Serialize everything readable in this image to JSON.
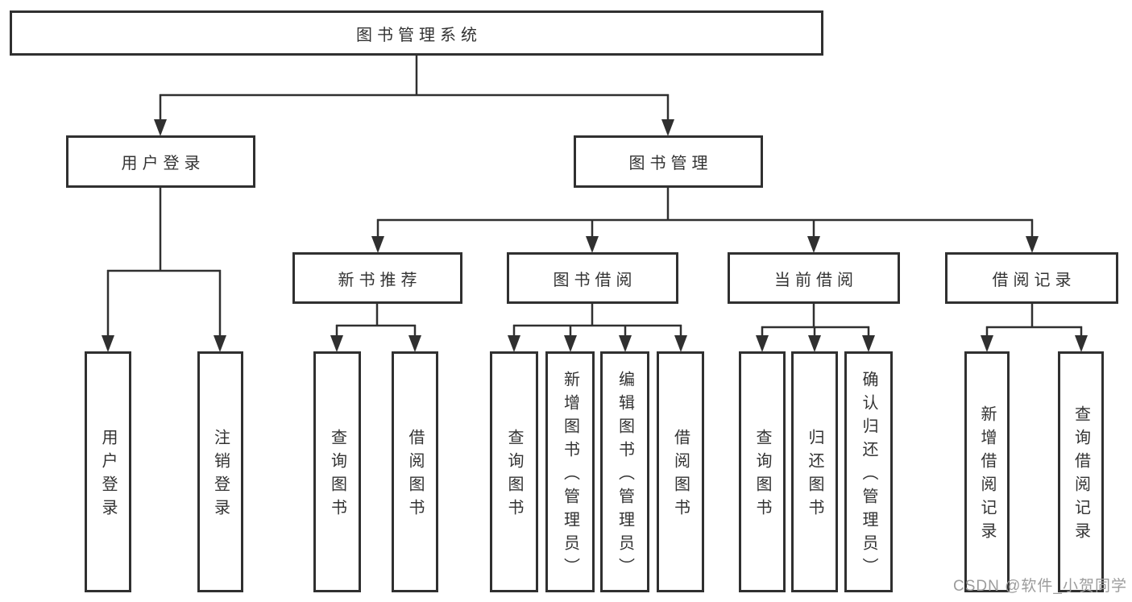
{
  "diagram": {
    "root": {
      "label": "图书管理系统"
    },
    "branches": [
      {
        "label": "用户登录",
        "children": [
          {
            "label": "用户登录"
          },
          {
            "label": "注销登录"
          }
        ]
      },
      {
        "label": "图书管理",
        "groups": [
          {
            "label": "新书推荐",
            "children": [
              {
                "label": "查询图书"
              },
              {
                "label": "借阅图书"
              }
            ]
          },
          {
            "label": "图书借阅",
            "children": [
              {
                "label": "查询图书"
              },
              {
                "label": "新增图书（管理员）"
              },
              {
                "label": "编辑图书（管理员）"
              },
              {
                "label": "借阅图书"
              }
            ]
          },
          {
            "label": "当前借阅",
            "children": [
              {
                "label": "查询图书"
              },
              {
                "label": "归还图书"
              },
              {
                "label": "确认归还（管理员）"
              }
            ]
          },
          {
            "label": "借阅记录",
            "children": [
              {
                "label": "新增借阅记录"
              },
              {
                "label": "查询借阅记录"
              }
            ]
          }
        ]
      }
    ]
  },
  "watermark": {
    "text": "CSDN @软件_小贺同学"
  },
  "colors": {
    "line": "#303030",
    "box_border": "#303030",
    "text": "#333333",
    "watermark": "#9c9c9c",
    "background": "#ffffff"
  }
}
